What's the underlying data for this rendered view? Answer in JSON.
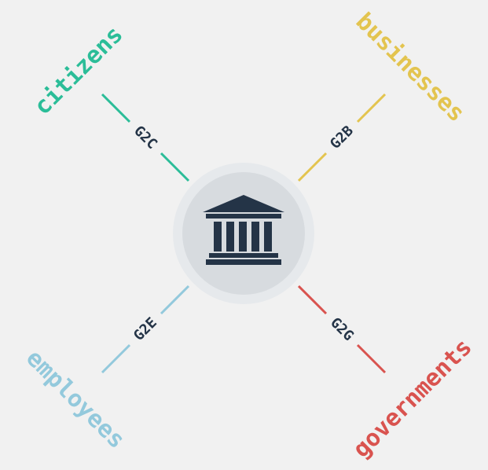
{
  "center": {
    "icon": "government-building-icon"
  },
  "relations": [
    {
      "id": "g2c",
      "abbr": "G2C",
      "label": "citizens",
      "color": "#2bbd98"
    },
    {
      "id": "g2b",
      "abbr": "G2B",
      "label": "businesses",
      "color": "#e3c44f"
    },
    {
      "id": "g2e",
      "abbr": "G2E",
      "label": "employees",
      "color": "#93c9dc"
    },
    {
      "id": "g2g",
      "abbr": "G2G",
      "label": "governments",
      "color": "#d9534f"
    }
  ],
  "colors": {
    "background": "#f1f1f1",
    "hub_ring": "#e6e9ec",
    "hub_fill": "#d7dbdf",
    "icon": "#243447",
    "abbr_text": "#243447"
  }
}
